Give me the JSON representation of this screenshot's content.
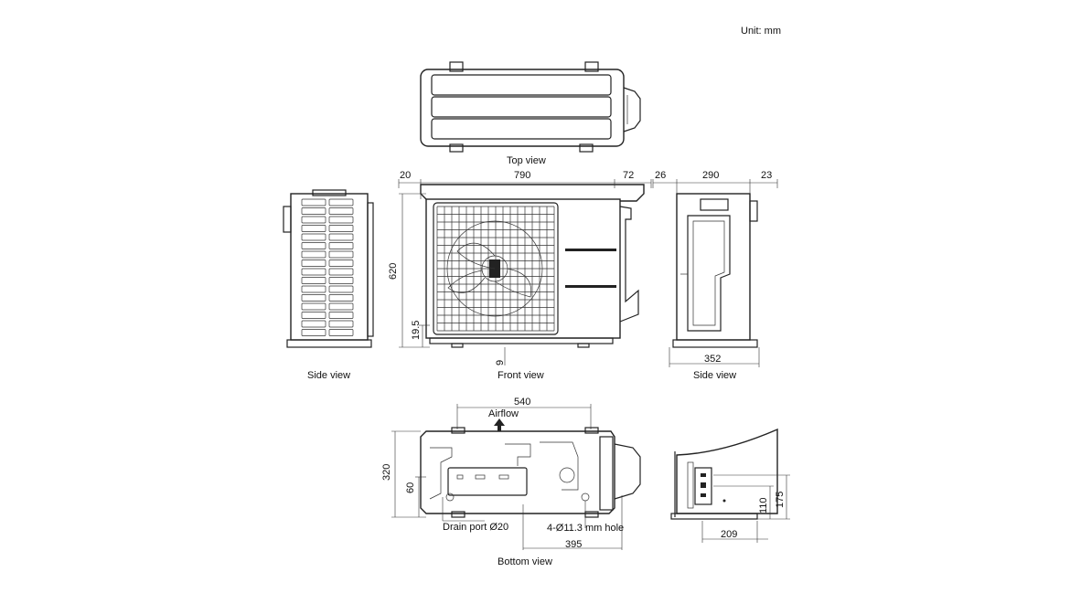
{
  "unit_label": "Unit: mm",
  "views": {
    "top": "Top view",
    "side_left": "Side view",
    "front": "Front view",
    "side_right": "Side view",
    "bottom": "Bottom view"
  },
  "dimensions": {
    "front_left": "20",
    "front_width": "790",
    "front_right": "72",
    "front_height": "620",
    "front_foot": "19.5",
    "front_base": "9",
    "side_left_gap": "26",
    "side_depth": "290",
    "side_right_gap": "23",
    "side_base": "352",
    "bottom_span": "540",
    "bottom_height": "320",
    "bottom_small": "60",
    "bottom_span2": "395",
    "detail_width": "209",
    "detail_h1": "110",
    "detail_h2": "175"
  },
  "annotations": {
    "airflow": "Airflow",
    "drain": "Drain port Ø20",
    "holes": "4-Ø11.3 mm hole"
  }
}
